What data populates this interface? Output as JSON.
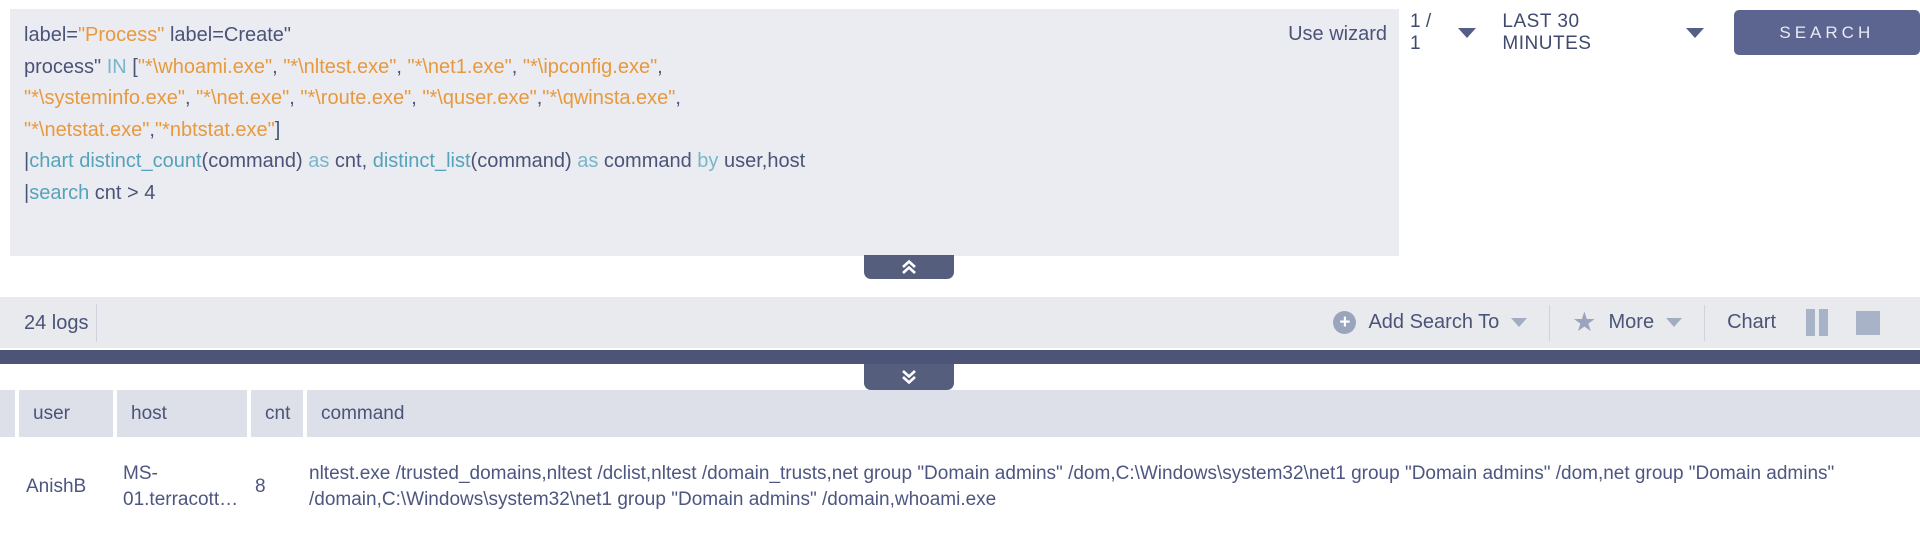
{
  "colors": {
    "query_box_bg": "#ebecf1",
    "string_orange": "#e7993e",
    "function_teal": "#54a3bb",
    "keyword_blue": "#78b6ca",
    "text_dark": "#4a5478",
    "search_button_bg": "#5c6590",
    "splitter_dark": "#4c5577",
    "tab_bg": "#565e7e",
    "bar_bg": "#e8eaee",
    "header_cell_bg": "#dde0e8",
    "icon_gray": "#9aa5bd"
  },
  "query_editor": {
    "use_wizard_label": "Use wizard",
    "lines": [
      [
        {
          "t": "label=",
          "c": "k"
        },
        {
          "t": "\"Process\"",
          "c": "s"
        },
        {
          "t": " label=Create\"",
          "c": "k"
        }
      ],
      [
        {
          "t": "process\" ",
          "c": "k"
        },
        {
          "t": "IN",
          "c": "w"
        },
        {
          "t": " [",
          "c": "k"
        },
        {
          "t": "\"*\\whoami.exe\"",
          "c": "s"
        },
        {
          "t": ", ",
          "c": "k"
        },
        {
          "t": "\"*\\nltest.exe\"",
          "c": "s"
        },
        {
          "t": ", ",
          "c": "k"
        },
        {
          "t": "\"*\\net1.exe\"",
          "c": "s"
        },
        {
          "t": ", ",
          "c": "k"
        },
        {
          "t": "\"*\\ipconfig.exe\"",
          "c": "s"
        },
        {
          "t": ",",
          "c": "k"
        }
      ],
      [
        {
          "t": "\"*\\systeminfo.exe\"",
          "c": "s"
        },
        {
          "t": ", ",
          "c": "k"
        },
        {
          "t": "\"*\\net.exe\"",
          "c": "s"
        },
        {
          "t": ", ",
          "c": "k"
        },
        {
          "t": "\"*\\route.exe\"",
          "c": "s"
        },
        {
          "t": ", ",
          "c": "k"
        },
        {
          "t": "\"*\\quser.exe\"",
          "c": "s"
        },
        {
          "t": ",",
          "c": "k"
        },
        {
          "t": "\"*\\qwinsta.exe\"",
          "c": "s"
        },
        {
          "t": ",",
          "c": "k"
        }
      ],
      [
        {
          "t": "\"*\\netstat.exe\"",
          "c": "s"
        },
        {
          "t": ",",
          "c": "k"
        },
        {
          "t": "\"*nbtstat.exe\"",
          "c": "s"
        },
        {
          "t": "]",
          "c": "k"
        }
      ],
      [
        {
          "t": "|",
          "c": "k"
        },
        {
          "t": "chart",
          "c": "f"
        },
        {
          "t": " ",
          "c": "k"
        },
        {
          "t": "distinct_count",
          "c": "f"
        },
        {
          "t": "(command)",
          "c": "k"
        },
        {
          "t": " ",
          "c": "k"
        },
        {
          "t": "as",
          "c": "w"
        },
        {
          "t": " cnt, ",
          "c": "k"
        },
        {
          "t": "distinct_list",
          "c": "f"
        },
        {
          "t": "(command)",
          "c": "k"
        },
        {
          "t": " ",
          "c": "k"
        },
        {
          "t": "as",
          "c": "w"
        },
        {
          "t": " command ",
          "c": "k"
        },
        {
          "t": "by",
          "c": "w"
        },
        {
          "t": " user,host",
          "c": "k"
        }
      ],
      [
        {
          "t": "|",
          "c": "k"
        },
        {
          "t": "search",
          "c": "f"
        },
        {
          "t": " cnt > 4",
          "c": "k"
        }
      ]
    ]
  },
  "toolbar": {
    "page_indicator": "1 / 1",
    "time_range": "LAST 30 MINUTES",
    "search_label": "SEARCH"
  },
  "results_bar": {
    "log_count": "24 logs",
    "add_search_to_label": "Add Search To",
    "more_label": "More",
    "chart_label": "Chart",
    "star_glyph": "★",
    "plus_glyph": "+"
  },
  "table": {
    "columns": [
      "user",
      "host",
      "cnt",
      "command"
    ],
    "rows": [
      {
        "user": "AnishB",
        "host": "MS-01.terracott…",
        "cnt": "8",
        "command": "nltest.exe /trusted_domains,nltest /dclist,nltest /domain_trusts,net group \"Domain admins\" /dom,C:\\Windows\\system32\\net1 group \"Domain admins\" /dom,net group \"Domain admins\" /domain,C:\\Windows\\system32\\net1 group \"Domain admins\" /domain,whoami.exe"
      }
    ]
  }
}
